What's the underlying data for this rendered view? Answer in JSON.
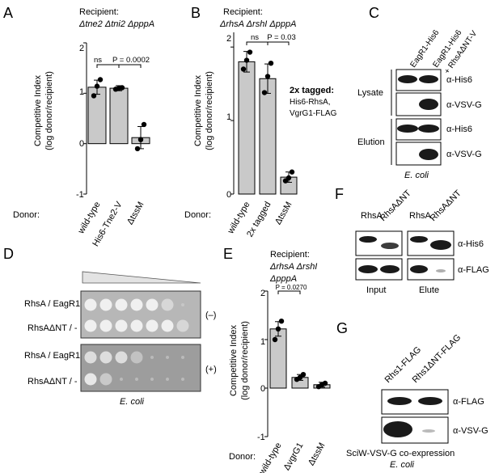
{
  "panels": {
    "A": {
      "label": "A",
      "recipient_line1": "Recipient:",
      "recipient_line2": "Δtne2 Δtni2 ΔpppA",
      "ylabel": "Competitive Index",
      "ylabel2": "(log donor/recipient)",
      "donor_label": "Donor:",
      "yticks": [
        "1",
        "0",
        "-1"
      ],
      "pvals": [
        "ns",
        "P = 0.0002"
      ],
      "chart_data": {
        "type": "bar",
        "categories": [
          "wild-type",
          "His6-Tne2-V",
          "ΔtssM"
        ],
        "values": [
          1.12,
          1.1,
          0.12
        ],
        "errors": [
          0.14,
          0.05,
          0.22
        ],
        "points": [
          [
            0.95,
            1.14,
            1.27
          ],
          [
            1.08,
            1.1,
            1.11
          ],
          [
            -0.1,
            0.08,
            0.38
          ]
        ],
        "ylim": [
          -1,
          2
        ]
      }
    },
    "B": {
      "label": "B",
      "recipient_line1": "Recipient:",
      "recipient_line2": "ΔrhsA ΔrshI ΔpppA",
      "ylabel": "Competitive Index",
      "ylabel2": "(log donor/recipient)",
      "donor_label": "Donor:",
      "yticks": [
        "2",
        "1",
        "0"
      ],
      "pvals": [
        "ns",
        "P = 0.03"
      ],
      "tagged_note_line1": "2x tagged:",
      "tagged_note_line2": "His6-RhsA,",
      "tagged_note_line3": "VgrG1-FLAG",
      "chart_data": {
        "type": "bar",
        "categories": [
          "wild-type",
          "2x tagged",
          "ΔtssM"
        ],
        "values": [
          1.8,
          1.57,
          0.23
        ],
        "errors": [
          0.14,
          0.2,
          0.07
        ],
        "points": [
          [
            1.7,
            1.82,
            1.93
          ],
          [
            1.38,
            1.6,
            1.78
          ],
          [
            0.18,
            0.22,
            0.3
          ]
        ],
        "ylim": [
          0,
          2.2
        ]
      }
    },
    "C": {
      "label": "C",
      "col1": "EagR1-His6",
      "col2": "EagR1-His6",
      "col2b": "+ RhsAΔNT-V",
      "row_lysate": "Lysate",
      "row_elution": "Elution",
      "ab_his": "α-His6",
      "ab_vsv": "α-VSV-G",
      "caption": "E. coli"
    },
    "D": {
      "label": "D",
      "row1": "RhsA / EagR1",
      "row2": "RhsAΔNT / -",
      "row3": "RhsA / EagR1",
      "row4": "RhsAΔNT / -",
      "cond_minus": "(–)",
      "cond_plus": "(+)",
      "caption": "E. coli"
    },
    "E": {
      "label": "E",
      "recipient_line1": "Recipient:",
      "recipient_line2": "ΔrhsA ΔrshI",
      "recipient_line3": "ΔpppA",
      "ylabel": "Competitive Index",
      "ylabel2": "(log donor/recipient)",
      "donor_label": "Donor:",
      "yticks": [
        "1",
        "0",
        "-1"
      ],
      "pval": "P = 0.0270",
      "chart_data": {
        "type": "bar",
        "categories": [
          "wild-type",
          "ΔvgrG1",
          "ΔtssM"
        ],
        "values": [
          1.22,
          0.22,
          0.07
        ],
        "errors": [
          0.15,
          0.06,
          0.05
        ],
        "points": [
          [
            1.0,
            1.22,
            1.38
          ],
          [
            0.18,
            0.22,
            0.28
          ],
          [
            0.03,
            0.07,
            0.1
          ]
        ],
        "ylim": [
          -1,
          2
        ]
      }
    },
    "F": {
      "label": "F",
      "lane1": "RhsA",
      "lane2": "RhsAΔNT",
      "lane3": "RhsA",
      "lane4": "RhsAΔNT",
      "ab_his": "α-His6",
      "ab_flag": "α-FLAG",
      "input": "Input",
      "elute": "Elute"
    },
    "G": {
      "label": "G",
      "lane1": "Rhs1-FLAG",
      "lane2": "Rhs1ΔNT-FLAG",
      "ab_flag": "α-FLAG",
      "ab_vsv": "α-VSV-G",
      "caption1": "SciW-VSV-G co-expression",
      "caption2": "E. coli"
    }
  }
}
